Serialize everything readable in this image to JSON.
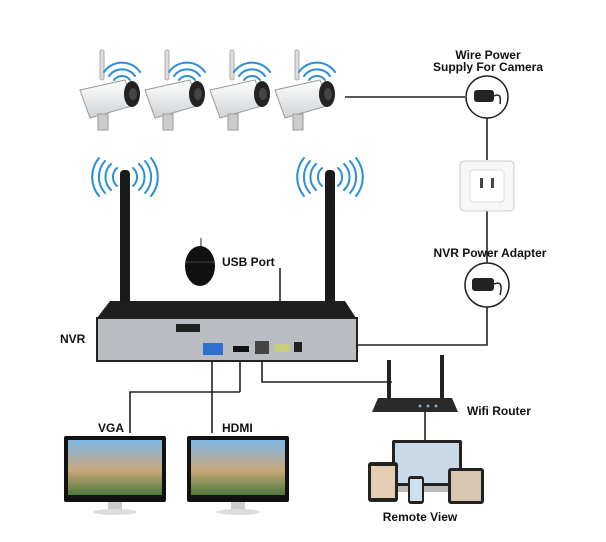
{
  "labels": {
    "wire_power_line1": "Wire Power",
    "wire_power_line2": "Supply For Camera",
    "nvr_power_adapter": "NVR Power Adapter",
    "usb_port": "USB Port",
    "nvr": "NVR",
    "vga": "VGA",
    "hdmi": "HDMI",
    "wifi_router": "Wifi Router",
    "remote_view": "Remote View"
  },
  "colors": {
    "wifi_wave": "#2a8fd6",
    "wire": "#222222",
    "nvr_body": "#1e1e1e",
    "panel": "#b9bcc0"
  }
}
